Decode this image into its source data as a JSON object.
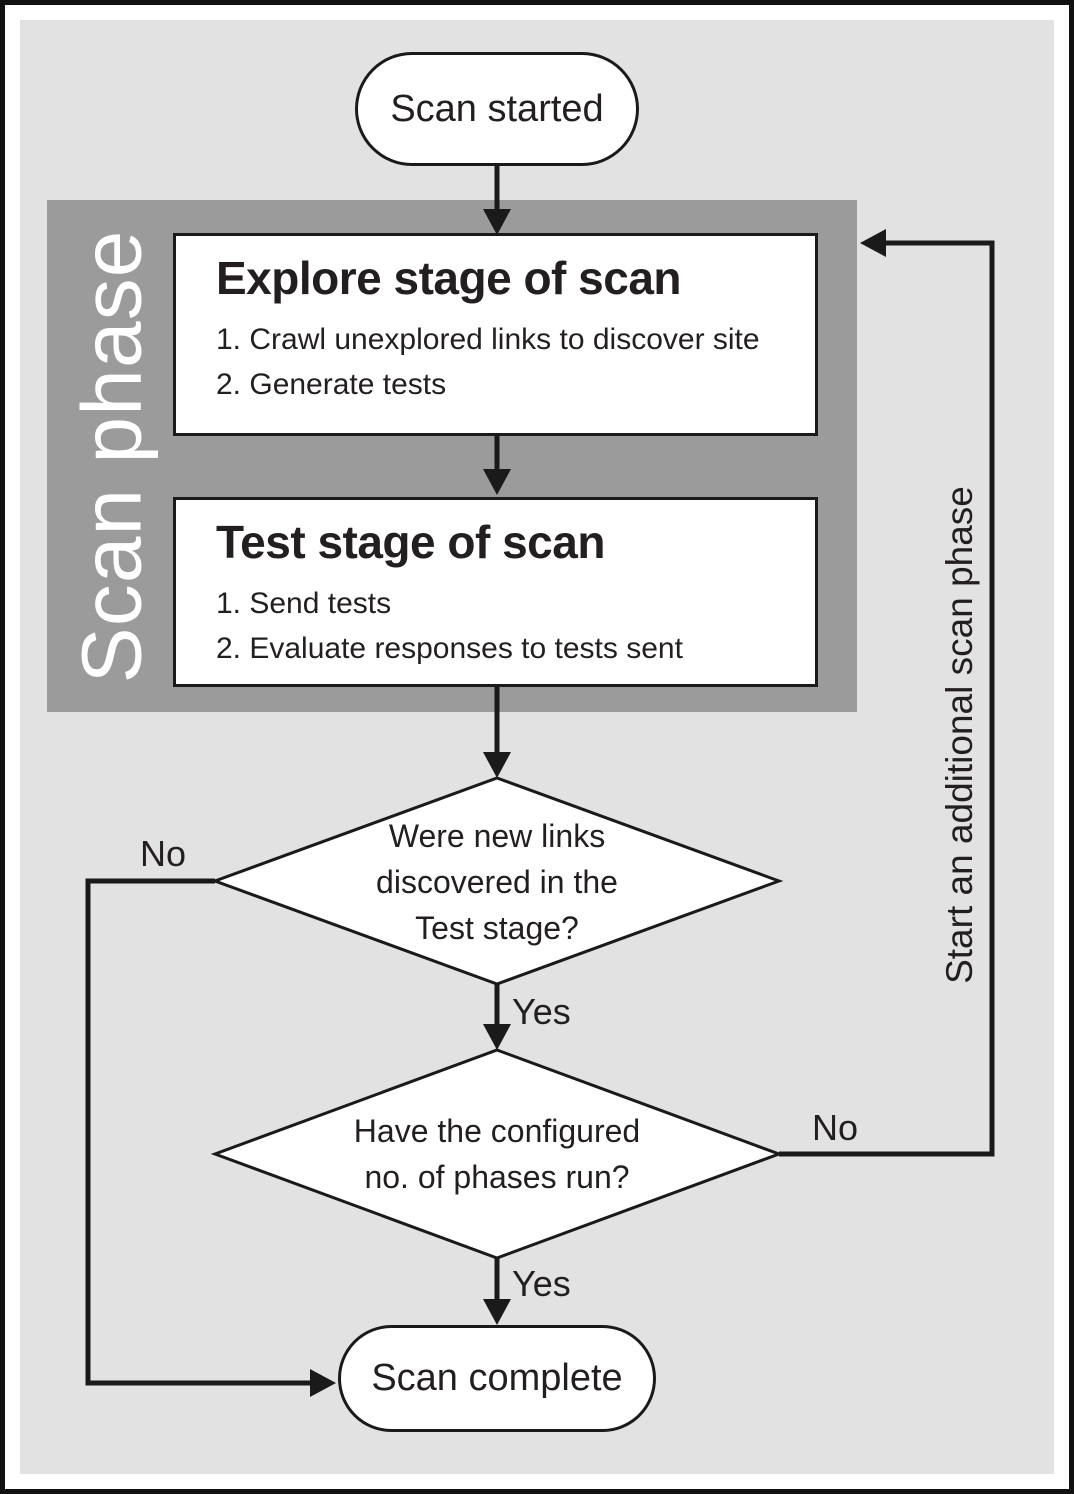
{
  "colors": {
    "canvas_bg": "#e3e2e2",
    "band_bg": "#9b9b9b",
    "node_fill": "#ffffff",
    "line": "#1a1a1a",
    "text": "#231f20",
    "band_label_text": "#ffffff"
  },
  "nodes": {
    "start": {
      "label": "Scan started"
    },
    "band": {
      "label": "Scan phase"
    },
    "explore": {
      "title": "Explore stage of scan",
      "items": [
        "1. Crawl unexplored links to discover site",
        "2. Generate tests"
      ]
    },
    "test": {
      "title": "Test stage of scan",
      "items": [
        "1. Send tests",
        "2. Evaluate responses to tests sent"
      ]
    },
    "decision_links": {
      "lines": [
        "Were new links",
        "discovered in the",
        "Test stage?"
      ]
    },
    "decision_phases": {
      "lines": [
        "Have the configured",
        "no. of phases run?"
      ]
    },
    "end": {
      "label": "Scan complete"
    }
  },
  "edges": {
    "links_no": "No",
    "links_yes": "Yes",
    "phases_no": "No",
    "phases_yes": "Yes",
    "loop_label": "Start an additional scan phase"
  }
}
